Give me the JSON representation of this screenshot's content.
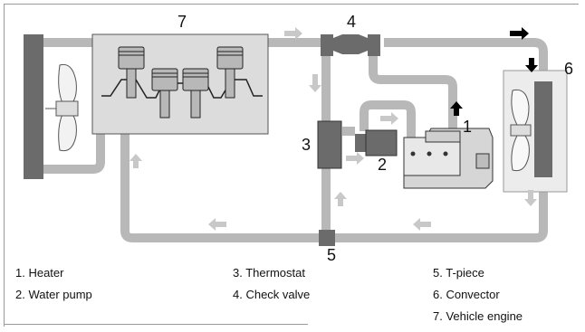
{
  "diagram": {
    "numbers": {
      "engine": "7",
      "check_valve": "4",
      "convector": "6",
      "heater": "1",
      "thermostat": "3",
      "water_pump": "2",
      "t_piece": "5"
    }
  },
  "legend": {
    "items": [
      "1. Heater",
      "2. Water pump",
      "3. Thermostat",
      "4. Check valve",
      "5. T-piece",
      "6. Convector",
      "7. Vehicle engine"
    ]
  },
  "colors": {
    "pipe": "#b8b8b8",
    "arrow": "#c8c8c8",
    "radiator": "#6b6b6b",
    "engine_fill": "#dcdcdc",
    "dark_arrow": "#000000"
  }
}
